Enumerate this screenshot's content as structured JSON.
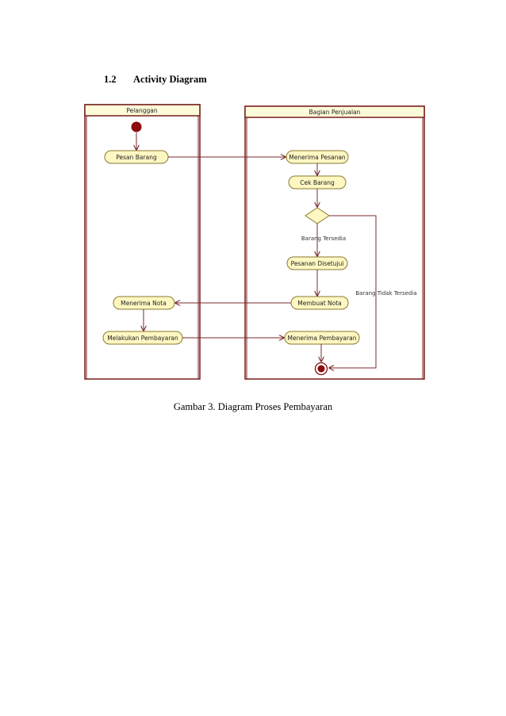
{
  "section": {
    "number": "1.2",
    "title": "Activity Diagram"
  },
  "lanes": {
    "left": "Pelanggan",
    "right": "Bagian Penjualan"
  },
  "activities": {
    "pesan_barang": "Pesan Barang",
    "menerima_pesanan": "Menerima Pesanan",
    "cek_barang": "Cek Barang",
    "pesanan_disetujui": "Pesanan Disetujui",
    "membuat_nota": "Membuat Nota",
    "menerima_nota": "Menerima Nota",
    "melakukan_pembayaran": "Melakukan Pembayaran",
    "menerima_pembayaran": "Menerima Pembayaran"
  },
  "guards": {
    "tersedia": "Barang Tersedia",
    "tidak_tersedia": "Barang Tidak Tersedia"
  },
  "colors": {
    "lane_border": "#7a1f1f",
    "lane_header_fill": "#fdfbd8",
    "node_fill": "#fef7c2",
    "node_stroke": "#8a7a30",
    "arrow": "#7a2a2a",
    "start_fill": "#8b0a0a"
  },
  "caption": "Gambar 3. Diagram Proses Pembayaran"
}
